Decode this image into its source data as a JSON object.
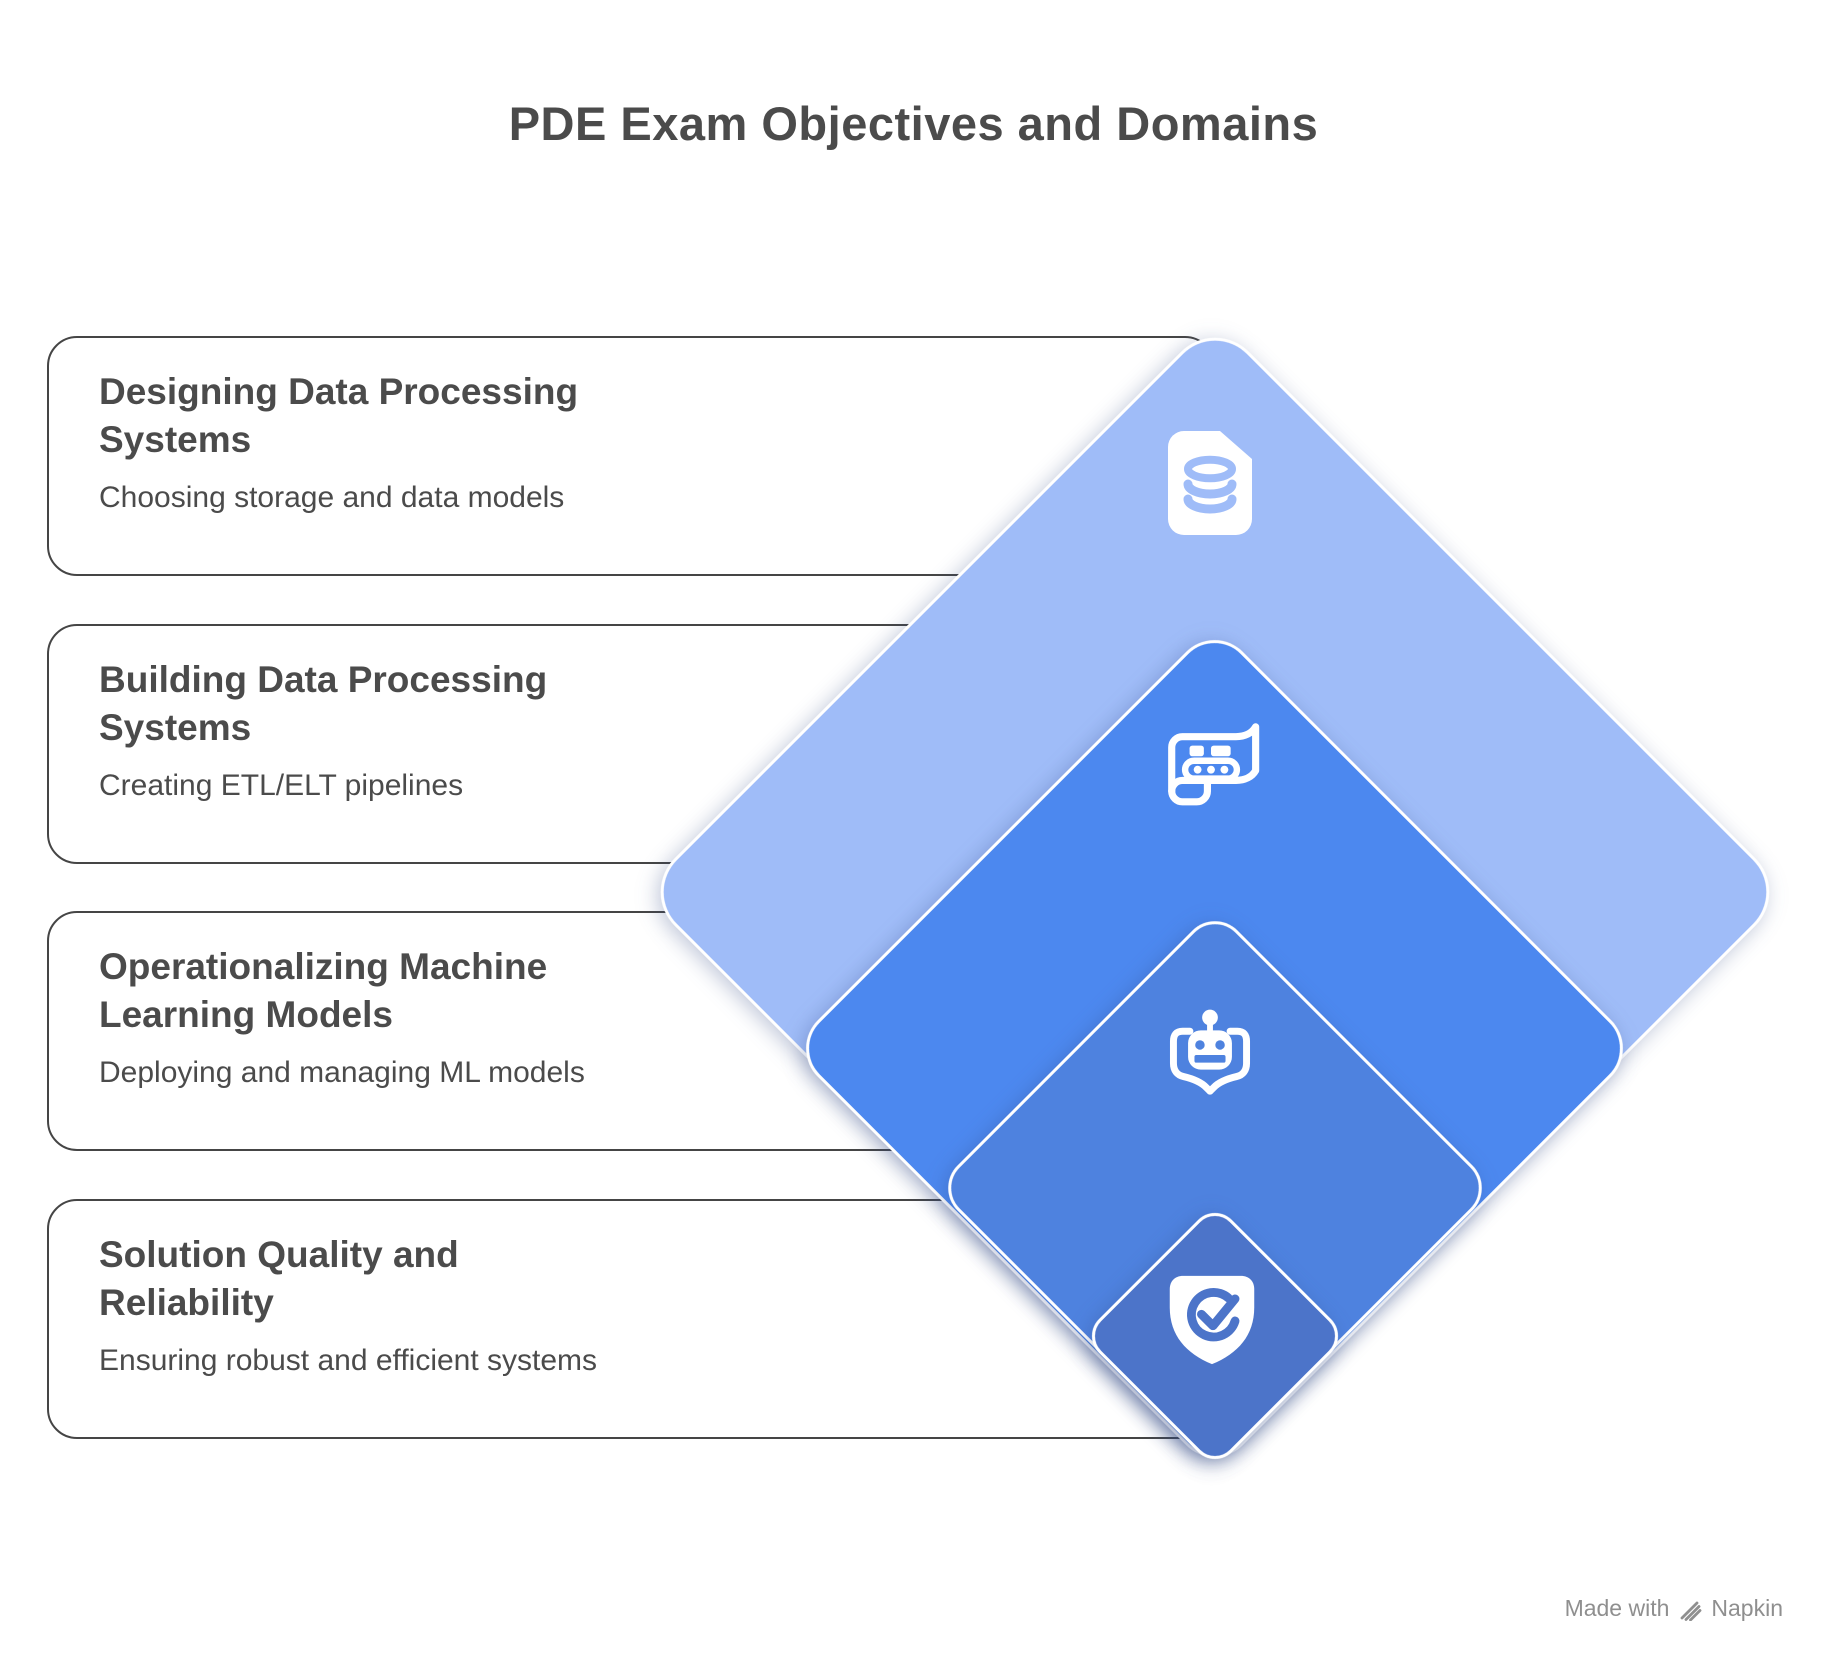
{
  "title": "PDE Exam Objectives and Domains",
  "cards": [
    {
      "title": "Designing Data Processing Systems",
      "description": "Choosing storage and data models"
    },
    {
      "title": "Building Data Processing Systems",
      "description": "Creating ETL/ELT pipelines"
    },
    {
      "title": "Operationalizing Machine Learning Models",
      "description": "Deploying and managing ML models"
    },
    {
      "title": "Solution Quality and Reliability",
      "description": "Ensuring robust and efficient systems"
    }
  ],
  "diamonds": [
    {
      "icon": "data-file-icon",
      "color": "#9FBCF8"
    },
    {
      "icon": "pipeline-scroll-icon",
      "color": "#4C88EF"
    },
    {
      "icon": "ml-robot-book-icon",
      "color": "#4E82DF"
    },
    {
      "icon": "shield-check-icon",
      "color": "#4C74C9"
    }
  ],
  "footer": {
    "made_with": "Made with",
    "brand": "Napkin"
  },
  "colors": {
    "text": "#4B4B4B",
    "card_border": "#454545",
    "icon_fill": "#FFFFFF",
    "footer_text": "#8F8F8F"
  }
}
